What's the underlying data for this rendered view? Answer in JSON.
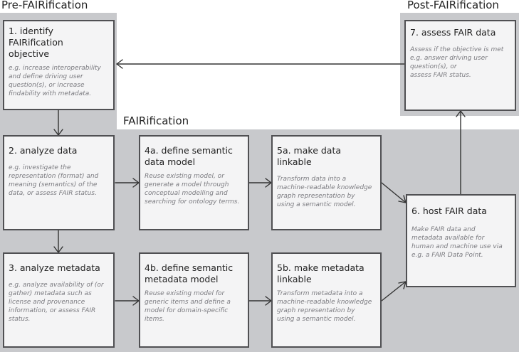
{
  "sections": {
    "pre": "Pre-FAIRification",
    "fair": "FAIRification",
    "post": "Post-FAIRification"
  },
  "steps": {
    "s1": {
      "title": "1. identify FAIRification\nobjective",
      "desc": "e.g. increase interoperability\nand define driving user\nquestion(s), or increase\nfindability with metadata."
    },
    "s2": {
      "title": "2. analyze data",
      "desc": "e.g. investigate the\nrepresentation (format) and\nmeaning (semantics) of the\ndata, or assess FAIR status."
    },
    "s3": {
      "title": "3. analyze metadata",
      "desc": "e.g. analyze availability of (or\ngather) metadata such as\nlicense and provenance\ninformation, or assess FAIR\nstatus."
    },
    "s4a": {
      "title": "4a. define semantic\ndata model",
      "desc": "Reuse existing model, or\ngenerate a model through\nconceptual modelling and\nsearching for ontology terms."
    },
    "s4b": {
      "title": "4b. define semantic\nmetadata model",
      "desc": "Reuse existing model for\ngeneric items and define a\nmodel for domain-specific\nitems."
    },
    "s5a": {
      "title": "5a. make data linkable",
      "desc": "Transform data into a\nmachine-readable knowledge\ngraph representation by\nusing a semantic model."
    },
    "s5b": {
      "title": "5b. make metadata\nlinkable",
      "desc": "Transform metadata into a\nmachine-readable knowledge\ngraph representation by\nusing a semantic model."
    },
    "s6": {
      "title": "6. host FAIR data",
      "desc": "Make FAIR data and\nmetadata available for\nhuman and machine use via\ne.g. a FAIR Data Point."
    },
    "s7": {
      "title": "7. assess FAIR data",
      "desc": "Assess if the objective is met\ne.g. answer driving user\nquestion(s), or\nassess FAIR status."
    }
  }
}
